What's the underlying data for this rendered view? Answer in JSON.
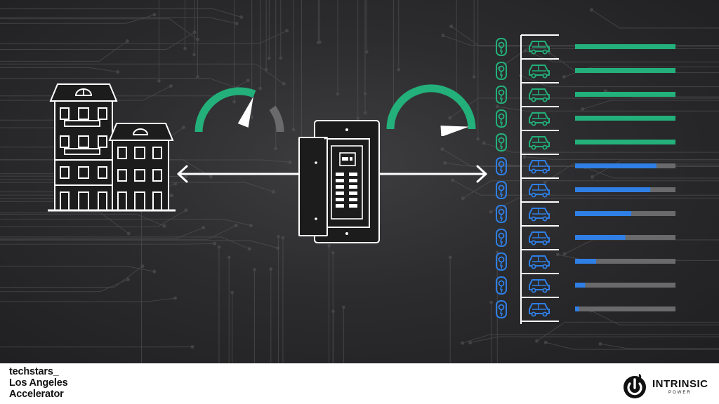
{
  "footer": {
    "sponsor_lines": [
      "techstars_",
      "Los Angeles",
      "Accelerator"
    ],
    "brand_name": "INTRINSIC",
    "brand_sub": "POWER"
  },
  "colors": {
    "background": "#2a2a2c",
    "line": "#ffffff",
    "charged_green": "#23b07a",
    "charging_blue": "#2f7fe6",
    "track_gray": "#6a6a6c"
  },
  "icons": [
    "apartment-building-icon",
    "speedometer-gauge-icon",
    "electrical-panel-icon",
    "ev-charger-icon",
    "car-icon",
    "power-button-logo-icon"
  ],
  "gauges": [
    {
      "name": "building-demand-gauge",
      "level": 0.62
    },
    {
      "name": "panel-capacity-gauge",
      "level": 0.98
    }
  ],
  "chargers": [
    {
      "status": "charged",
      "level": 1.0
    },
    {
      "status": "charged",
      "level": 1.0
    },
    {
      "status": "charged",
      "level": 1.0
    },
    {
      "status": "charged",
      "level": 1.0
    },
    {
      "status": "charged",
      "level": 1.0
    },
    {
      "status": "charging",
      "level": 0.81
    },
    {
      "status": "charging",
      "level": 0.75
    },
    {
      "status": "charging",
      "level": 0.56
    },
    {
      "status": "charging",
      "level": 0.5
    },
    {
      "status": "charging",
      "level": 0.21
    },
    {
      "status": "charging",
      "level": 0.1
    },
    {
      "status": "charging",
      "level": 0.04
    }
  ]
}
